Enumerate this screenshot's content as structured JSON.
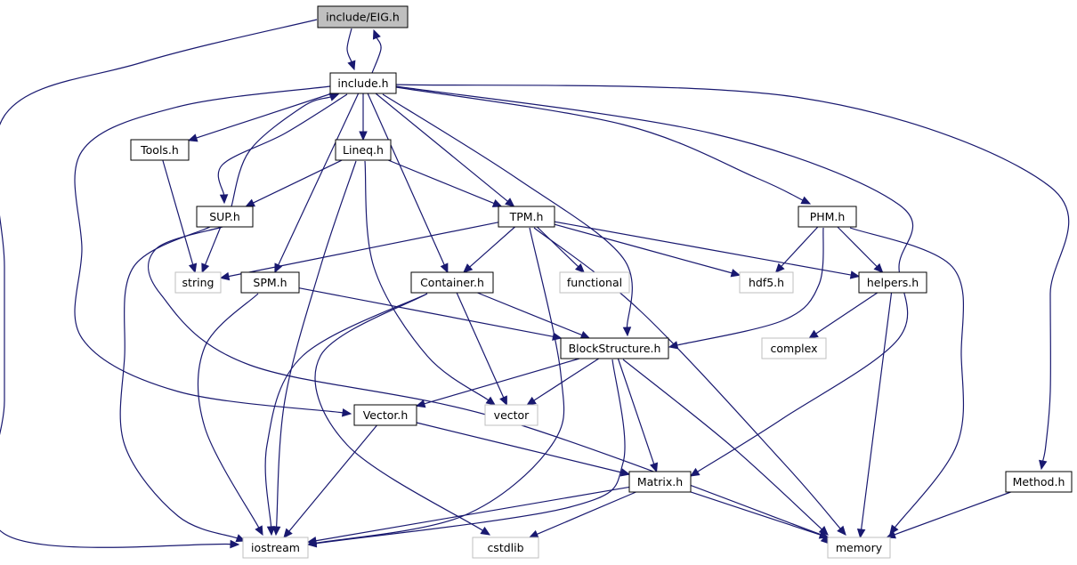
{
  "colors": {
    "edge": "#191970",
    "node_border": "#000000",
    "system_border": "#bfbfbf",
    "selected_fill": "#bfbfbf",
    "node_fill": "#ffffff",
    "text": "#000000",
    "system_text": "#3c3c3c"
  },
  "nodes": [
    {
      "id": "eig",
      "label": "include/EIG.h",
      "kind": "selected"
    },
    {
      "id": "include",
      "label": "include.h",
      "kind": "header"
    },
    {
      "id": "tools",
      "label": "Tools.h",
      "kind": "header"
    },
    {
      "id": "lineq",
      "label": "Lineq.h",
      "kind": "header"
    },
    {
      "id": "sup",
      "label": "SUP.h",
      "kind": "header"
    },
    {
      "id": "tpm",
      "label": "TPM.h",
      "kind": "header"
    },
    {
      "id": "phm",
      "label": "PHM.h",
      "kind": "header"
    },
    {
      "id": "string",
      "label": "string",
      "kind": "system"
    },
    {
      "id": "spm",
      "label": "SPM.h",
      "kind": "header"
    },
    {
      "id": "container",
      "label": "Container.h",
      "kind": "header"
    },
    {
      "id": "functional",
      "label": "functional",
      "kind": "system"
    },
    {
      "id": "hdf5",
      "label": "hdf5.h",
      "kind": "system"
    },
    {
      "id": "helpers",
      "label": "helpers.h",
      "kind": "header"
    },
    {
      "id": "complex",
      "label": "complex",
      "kind": "system"
    },
    {
      "id": "blockstructure",
      "label": "BlockStructure.h",
      "kind": "header"
    },
    {
      "id": "vector_h",
      "label": "Vector.h",
      "kind": "header"
    },
    {
      "id": "vector",
      "label": "vector",
      "kind": "system"
    },
    {
      "id": "matrix",
      "label": "Matrix.h",
      "kind": "header"
    },
    {
      "id": "method",
      "label": "Method.h",
      "kind": "header"
    },
    {
      "id": "iostream",
      "label": "iostream",
      "kind": "system"
    },
    {
      "id": "cstdlib",
      "label": "cstdlib",
      "kind": "system"
    },
    {
      "id": "memory",
      "label": "memory",
      "kind": "system"
    }
  ],
  "edges": [
    {
      "from": "eig",
      "to": "include"
    },
    {
      "from": "include",
      "to": "eig"
    },
    {
      "from": "eig",
      "to": "iostream"
    },
    {
      "from": "include",
      "to": "tools"
    },
    {
      "from": "include",
      "to": "lineq"
    },
    {
      "from": "include",
      "to": "sup"
    },
    {
      "from": "sup",
      "to": "include"
    },
    {
      "from": "include",
      "to": "tpm"
    },
    {
      "from": "include",
      "to": "phm"
    },
    {
      "from": "include",
      "to": "spm"
    },
    {
      "from": "include",
      "to": "container"
    },
    {
      "from": "include",
      "to": "blockstructure"
    },
    {
      "from": "include",
      "to": "vector_h"
    },
    {
      "from": "include",
      "to": "matrix"
    },
    {
      "from": "include",
      "to": "method"
    },
    {
      "from": "tools",
      "to": "string"
    },
    {
      "from": "lineq",
      "to": "sup"
    },
    {
      "from": "lineq",
      "to": "tpm"
    },
    {
      "from": "lineq",
      "to": "iostream"
    },
    {
      "from": "lineq",
      "to": "vector"
    },
    {
      "from": "sup",
      "to": "string"
    },
    {
      "from": "sup",
      "to": "iostream"
    },
    {
      "from": "sup",
      "to": "memory"
    },
    {
      "from": "tpm",
      "to": "string"
    },
    {
      "from": "tpm",
      "to": "container"
    },
    {
      "from": "tpm",
      "to": "functional"
    },
    {
      "from": "tpm",
      "to": "hdf5"
    },
    {
      "from": "tpm",
      "to": "helpers"
    },
    {
      "from": "tpm",
      "to": "iostream"
    },
    {
      "from": "tpm",
      "to": "memory"
    },
    {
      "from": "phm",
      "to": "hdf5"
    },
    {
      "from": "phm",
      "to": "helpers"
    },
    {
      "from": "phm",
      "to": "blockstructure"
    },
    {
      "from": "phm",
      "to": "memory"
    },
    {
      "from": "spm",
      "to": "blockstructure"
    },
    {
      "from": "spm",
      "to": "iostream"
    },
    {
      "from": "container",
      "to": "blockstructure"
    },
    {
      "from": "container",
      "to": "vector"
    },
    {
      "from": "container",
      "to": "iostream"
    },
    {
      "from": "container",
      "to": "cstdlib"
    },
    {
      "from": "helpers",
      "to": "complex"
    },
    {
      "from": "helpers",
      "to": "memory"
    },
    {
      "from": "blockstructure",
      "to": "vector_h"
    },
    {
      "from": "blockstructure",
      "to": "vector"
    },
    {
      "from": "blockstructure",
      "to": "matrix"
    },
    {
      "from": "blockstructure",
      "to": "iostream"
    },
    {
      "from": "blockstructure",
      "to": "memory"
    },
    {
      "from": "vector_h",
      "to": "matrix"
    },
    {
      "from": "vector_h",
      "to": "iostream"
    },
    {
      "from": "matrix",
      "to": "iostream"
    },
    {
      "from": "matrix",
      "to": "cstdlib"
    },
    {
      "from": "matrix",
      "to": "memory"
    },
    {
      "from": "method",
      "to": "memory"
    }
  ]
}
